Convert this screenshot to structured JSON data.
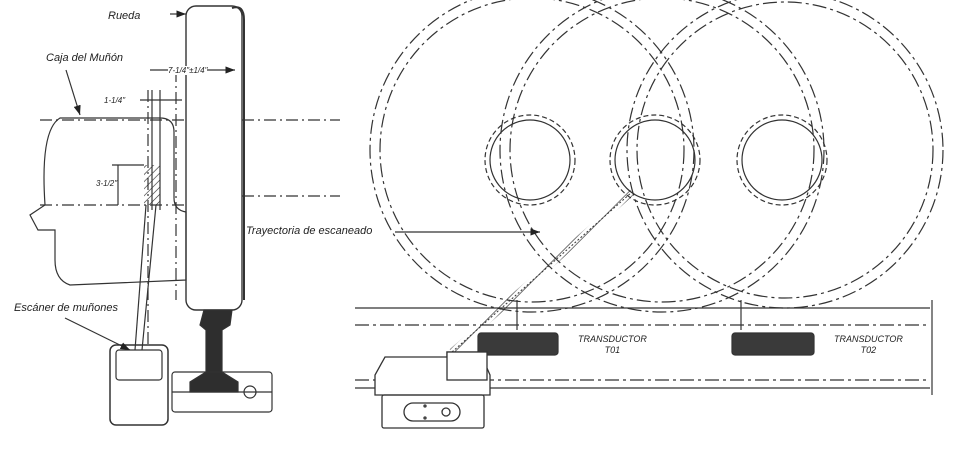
{
  "labels": {
    "wheel": "Rueda",
    "journal_box": "Caja del Muñón",
    "dim_flange": "7-1/4\"±1/4\"",
    "dim_offset": "1-1/4\"",
    "dim_height": "3-1/2\"",
    "scanner": "Escáner de muñones",
    "scan_path": "Trayectoria de escaneado"
  },
  "transducers": [
    {
      "name": "TRANSDUCTOR",
      "id": "T01"
    },
    {
      "name": "TRANSDUCTOR",
      "id": "T02"
    }
  ],
  "colors": {
    "line": "#333333",
    "transducer": "#3a3a3a"
  }
}
